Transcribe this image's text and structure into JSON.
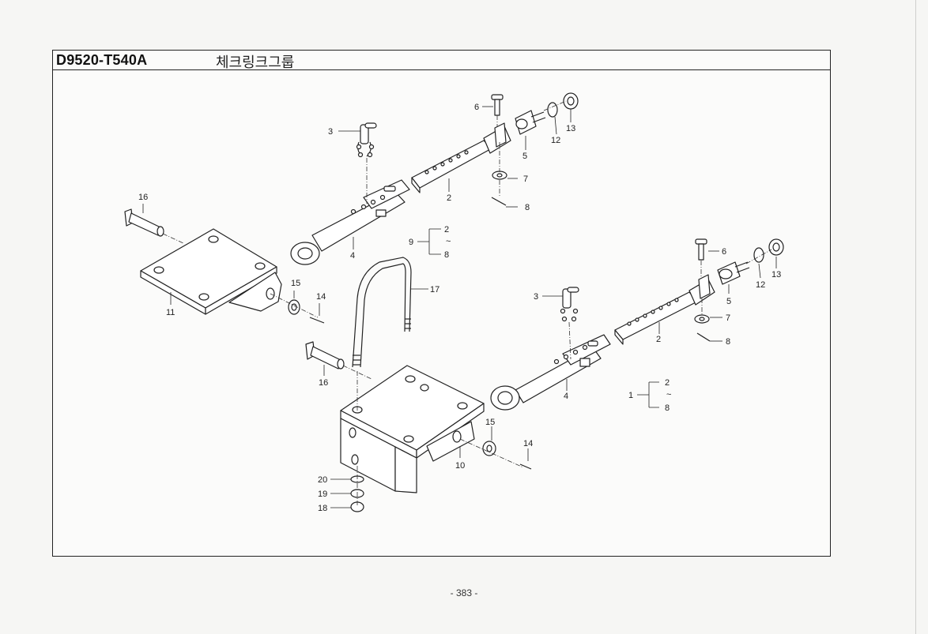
{
  "header": {
    "code": "D9520-T540A",
    "title": "체크링크그룹"
  },
  "callouts": {
    "c1": "6",
    "c2": "3",
    "c3": "13",
    "c4": "12",
    "c5": "5",
    "c6": "7",
    "c7": "2",
    "c8": "8",
    "c9": "16",
    "c10": "4",
    "c11": "2",
    "c12": "9",
    "c13": "~",
    "c14": "8",
    "c15": "15",
    "c16": "14",
    "c17": "11",
    "c18": "17",
    "c19": "6",
    "c20": "13",
    "c21": "12",
    "c22": "3",
    "c23": "5",
    "c24": "7",
    "c25": "2",
    "c26": "8",
    "c27": "16",
    "c28": "2",
    "c29": "1",
    "c30": "~",
    "c31": "4",
    "c32": "8",
    "c33": "15",
    "c34": "14",
    "c35": "10",
    "c36": "20",
    "c37": "19",
    "c38": "18"
  },
  "footer": {
    "page_number": "- 383 -"
  }
}
